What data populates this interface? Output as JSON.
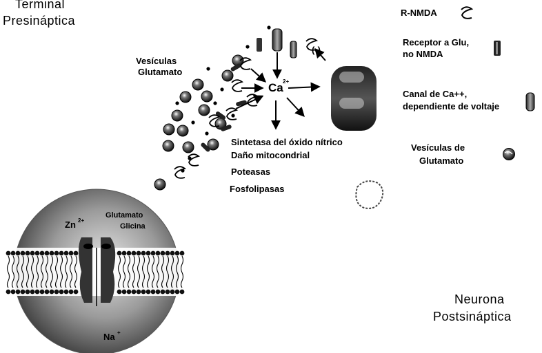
{
  "titles": {
    "pre_line1": "Terminal",
    "pre_line2": "Presináptica",
    "post_line1": "Neurona",
    "post_line2": "Postsináptica"
  },
  "labels": {
    "vesiculas_line1": "Vesículas",
    "vesiculas_line2": "Glutamato",
    "ca": "Ca",
    "ca_sup": "2+",
    "neg": "(-)",
    "zn": "Zn",
    "zn_sup": "2+",
    "na": "Na",
    "na_sup": "+",
    "glutamato": "Glutamato",
    "glicina": "Glicina"
  },
  "effects": [
    "Sintetasa del óxido nítrico",
    "Daño mitocondrial",
    "Poteasas",
    "Fosfolipasas"
  ],
  "legend": {
    "r_nmda": "R-NMDA",
    "receptor_glu_line1": "Receptor a Glu,",
    "receptor_glu_line2": "no NMDA",
    "canal_ca_line1": "Canal de Ca++,",
    "canal_ca_line2": "dependiente de voltaje",
    "vesiculas_line1": "Vesículas de",
    "vesiculas_line2": "Glutamato"
  }
}
